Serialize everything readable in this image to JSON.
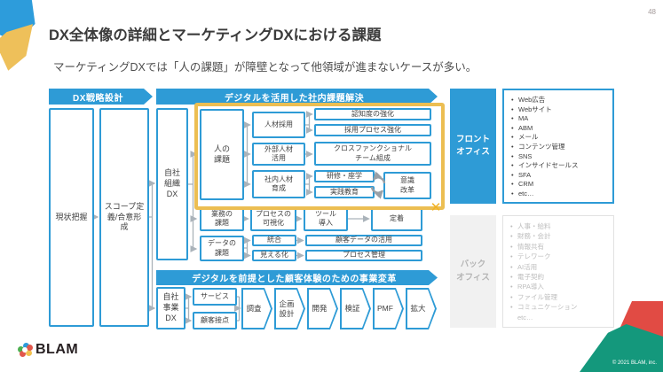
{
  "page": {
    "number": "48",
    "copyright": "© 2021 BLAM, inc.",
    "logo": "BLAM"
  },
  "header": {
    "title": "DX全体像の詳細とマーケティングDXにおける課題",
    "subtitle": "マーケティングDXでは「人の課題」が障壁となって他領域が進まないケースが多い。"
  },
  "diagram": {
    "banners": {
      "strategy": "DX戦略設計",
      "internal": "デジタルを活用した社内課題解決",
      "business": "デジタルを前提とした顧客体験のための事業変革"
    },
    "boxes": {
      "current_state": "現状把握",
      "scope": "スコープ定\n義/合意形\n成",
      "org_dx": "自社\n組織\nDX",
      "people_issue": "人の\n課題",
      "recruiting": "人材採用",
      "external_talent": "外部人材\n活用",
      "internal_training": "社内人材\n育成",
      "awareness": "認知度の強化",
      "recruit_process": "採用プロセス強化",
      "cross_functional": "クロスファンクショナル\nチーム組成",
      "seminar": "研修・座学",
      "practice": "実践教育",
      "mindset": "意識\n改革",
      "ops_issue": "業務の\n課題",
      "process_viz": "プロセスの\n可視化",
      "tool": "ツール\n導入",
      "adoption": "定着",
      "data_issue": "データの\n課題",
      "integration": "統合",
      "customer_data": "顧客データの活用",
      "visualization": "見える化",
      "process_mgmt": "プロセス管理",
      "biz_dx": "自社\n事業\nDX",
      "service": "サービス",
      "touchpoint": "顧客接点"
    },
    "flow": [
      "調査",
      "企画\n設計",
      "開発",
      "検証",
      "PMF",
      "拡大"
    ],
    "blocker": "✕"
  },
  "right_panel": {
    "front": {
      "label": "フロント\nオフィス",
      "items": [
        "Web広告",
        "Webサイト",
        "MA",
        "ABM",
        "メール",
        "コンテンツ管理",
        "SNS",
        "インサイドセールス",
        "SFA",
        "CRM",
        "etc…"
      ]
    },
    "back": {
      "label": "バック\nオフィス",
      "items": [
        "人事・給料",
        "財務・会計",
        "情報共有",
        "テレワーク",
        "AI活用",
        "電子契約",
        "RPA導入",
        "ファイル管理",
        "コミュニケーション",
        "etc…"
      ]
    }
  },
  "colors": {
    "accent_blue": "#2E9BD6",
    "highlight_yellow": "#ECBE52",
    "blocker_yellow": "#F2B224"
  }
}
